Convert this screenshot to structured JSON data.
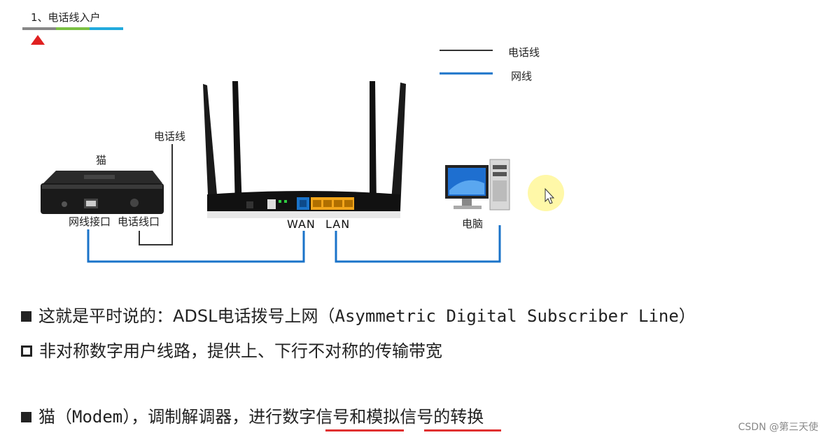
{
  "heading": "1、电话线入户",
  "progress_colors": [
    "#888888",
    "#7bc043",
    "#22aadd"
  ],
  "legend": [
    {
      "label": "电话线",
      "color": "#333333"
    },
    {
      "label": "网线",
      "color": "#1a73c9"
    }
  ],
  "labels": {
    "modem": "猫",
    "phone_line": "电话线",
    "network_port": "网线接口",
    "phone_port": "电话线口",
    "wan": "WAN",
    "lan": "LAN",
    "computer": "电脑"
  },
  "bullets": {
    "b1_text": "这就是平时说的：ADSL电话拨号上网（",
    "b1_mono": "Asymmetric Digital Subscriber Line",
    "b1_end": "）",
    "b2": "非对称数字用户线路，提供上、下行不对称的传输带宽",
    "b3_pre": "猫（",
    "b3_mono": "Modem",
    "b3_mid": "），调制解调器，进行",
    "b3_digital": "数字信号",
    "b3_and": "和",
    "b3_analog": "模拟信号",
    "b3_end": "的转换"
  },
  "watermark": "CSDN @第三天使",
  "colors": {
    "phone_line": "#333333",
    "network_line": "#1a73c9",
    "accent_red": "#e02020"
  }
}
